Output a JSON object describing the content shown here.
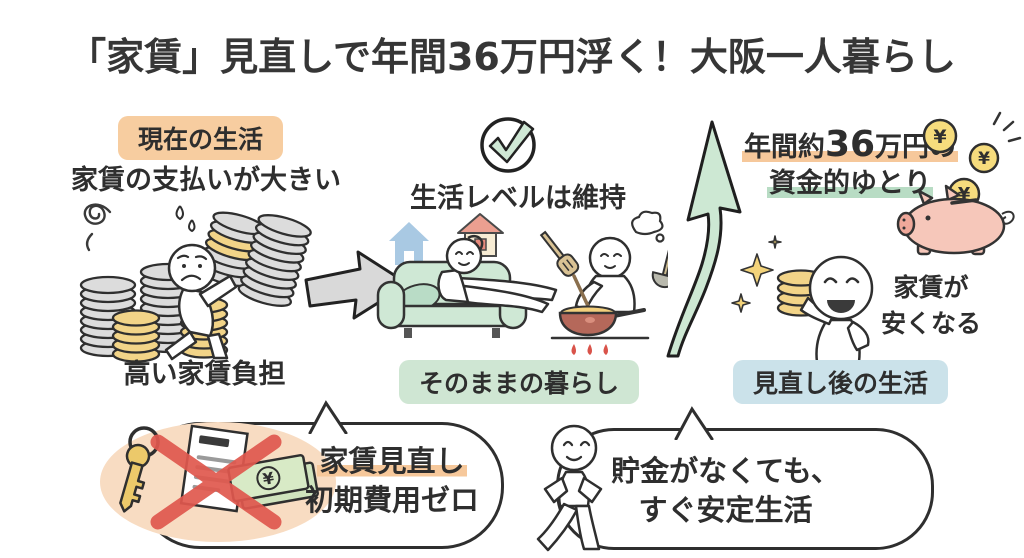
{
  "title": "「家賃」見直しで年間36万円浮く！大阪一人暮らし",
  "current": {
    "tag": "現在の生活",
    "heading": "家賃の支払いが大きい",
    "caption": "高い家賃負担"
  },
  "unchanged": {
    "heading": "生活レベルは維持",
    "tag": "そのままの暮らし"
  },
  "after": {
    "savings_prefix": "年間約",
    "savings_amount": "36",
    "savings_suffix": "万円の",
    "savings_line2": "資金的ゆとり",
    "benefit_line1": "家賃が",
    "benefit_line2": "安くなる",
    "tag": "見直し後の生活"
  },
  "bubble_zero_cost": {
    "line1": "家賃見直し",
    "line2": "初期費用ゼロ"
  },
  "bubble_stable": {
    "line1": "貯金がなくても、",
    "line2": "すぐ安定生活"
  },
  "glyphs": {
    "yen": "¥"
  },
  "colors": {
    "tag_orange": "#f7cda0",
    "tag_green": "#cfe6d3",
    "tag_blue": "#cbe2ea",
    "marker_orange": "#f6c89b",
    "marker_green": "#b8dcc4",
    "arrow_green": "#cde8d3",
    "arrow_gray": "#d9d9d9",
    "coin_gold": "#f2d488",
    "coin_gray": "#dcdcdc",
    "pig_pink": "#f6c7ba",
    "blob_peach": "#f8dcc2",
    "bill_green": "#cfe3bd",
    "cross_red": "#e0584e"
  }
}
